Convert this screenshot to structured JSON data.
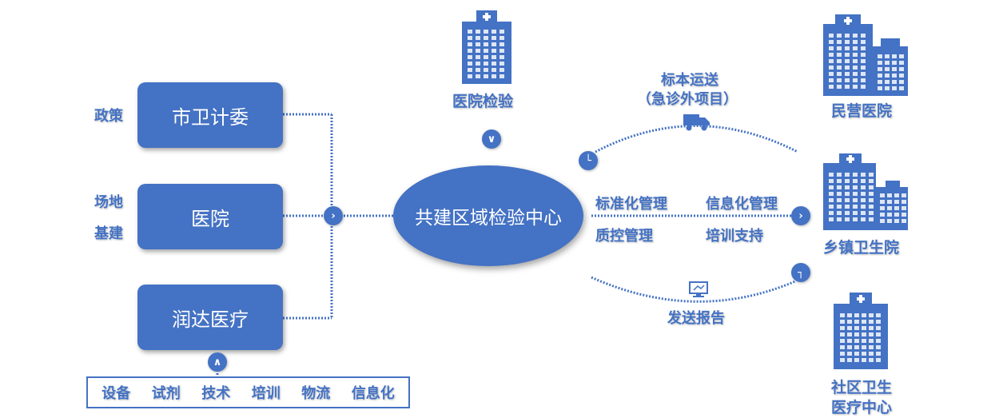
{
  "left_boxes": [
    {
      "label": "市卫计委",
      "side": [
        "政策"
      ]
    },
    {
      "label": "医院",
      "side": [
        "场地",
        "基建"
      ]
    },
    {
      "label": "润达医疗",
      "side": []
    }
  ],
  "resources": [
    "设备",
    "试剂",
    "技术",
    "培训",
    "物流",
    "信息化"
  ],
  "center": {
    "label": "共建区域检验中心"
  },
  "hospital_lab": {
    "label": "医院检验"
  },
  "services": {
    "row1": [
      "标准化管理",
      "信息化管理"
    ],
    "row2": [
      "质控管理",
      "培训支持"
    ]
  },
  "transport": {
    "line1": "标本运送",
    "line2": "（急诊外项目）"
  },
  "report": {
    "label": "发送报告"
  },
  "right_nodes": {
    "private": "民营医院",
    "township": "乡镇卫生院",
    "community_line1": "社区卫生",
    "community_line2": "医疗中心"
  },
  "colors": {
    "primary": "#4472c4",
    "text_on_primary": "#ffffff"
  },
  "icons": {
    "arrow_right": "chevron-right-icon",
    "arrow_down": "chevron-down-icon",
    "arrow_up": "chevron-up-icon",
    "truck": "truck-icon",
    "monitor": "monitor-icon"
  }
}
